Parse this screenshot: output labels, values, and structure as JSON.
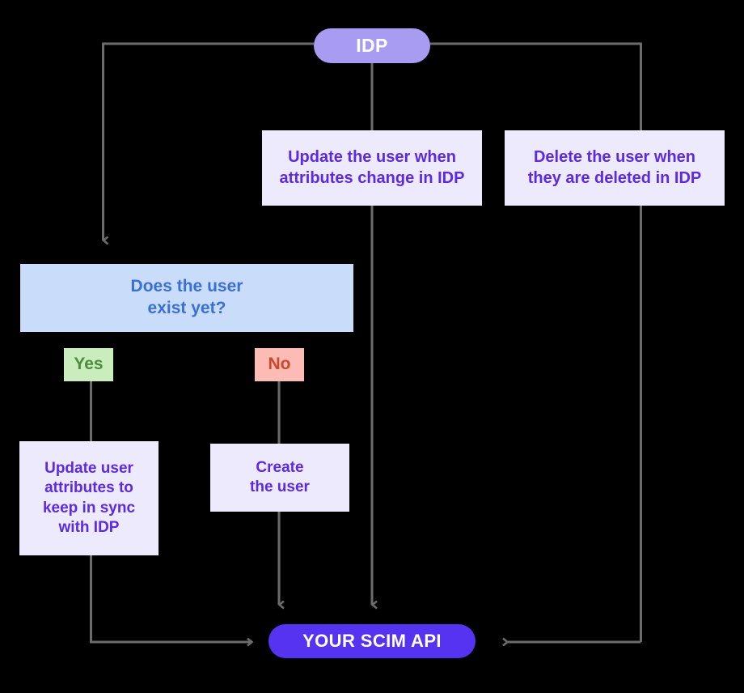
{
  "diagram": {
    "title": "SCIM provisioning flow",
    "background_color": "#000000",
    "connector_color": "#6b6b6b",
    "nodes": {
      "idp": {
        "label": "IDP",
        "shape": "pill",
        "fill": "#a79bf2",
        "text_color": "#ffffff"
      },
      "update_when_attributes_change": {
        "label": "Update the user when\nattributes change in IDP",
        "shape": "rect",
        "fill": "#eeeafd",
        "text_color": "#5b2ae2"
      },
      "delete_when_deleted": {
        "label": "Delete the user when\nthey are deleted in IDP",
        "shape": "rect",
        "fill": "#eeeafd",
        "text_color": "#5b2ae2"
      },
      "decision": {
        "label": "Does the user\nexist yet?",
        "shape": "rect",
        "fill": "#c9ddfa",
        "text_color": "#3b6fd4"
      },
      "yes": {
        "label": "Yes",
        "shape": "rect",
        "fill": "#c9edbd",
        "text_color": "#4d8c3c"
      },
      "no": {
        "label": "No",
        "shape": "rect",
        "fill": "#fcbcb5",
        "text_color": "#c8492b"
      },
      "update_attributes": {
        "label": "Update user\nattributes to\nkeep in sync\nwith IDP",
        "shape": "rect",
        "fill": "#eeeafd",
        "text_color": "#5b2ae2"
      },
      "create_user": {
        "label": "Create\nthe user",
        "shape": "rect",
        "fill": "#eeeafd",
        "text_color": "#5b2ae2"
      },
      "scim_api": {
        "label": "YOUR SCIM API",
        "shape": "pill",
        "fill": "#5533f0",
        "text_color": "#ffffff"
      }
    },
    "edges": [
      {
        "from": "idp",
        "to": "decision",
        "arrow": "down"
      },
      {
        "from": "idp",
        "to": "update_when_attributes_change",
        "arrow": "none"
      },
      {
        "from": "idp",
        "to": "delete_when_deleted",
        "arrow": "none"
      },
      {
        "from": "update_when_attributes_change",
        "to": "scim_api",
        "arrow": "down"
      },
      {
        "from": "delete_when_deleted",
        "to": "scim_api",
        "arrow": "left"
      },
      {
        "from": "decision",
        "to": "update_attributes",
        "label": "Yes",
        "arrow": "none"
      },
      {
        "from": "decision",
        "to": "create_user",
        "label": "No",
        "arrow": "none"
      },
      {
        "from": "update_attributes",
        "to": "scim_api",
        "arrow": "right"
      },
      {
        "from": "create_user",
        "to": "scim_api",
        "arrow": "down"
      }
    ]
  }
}
